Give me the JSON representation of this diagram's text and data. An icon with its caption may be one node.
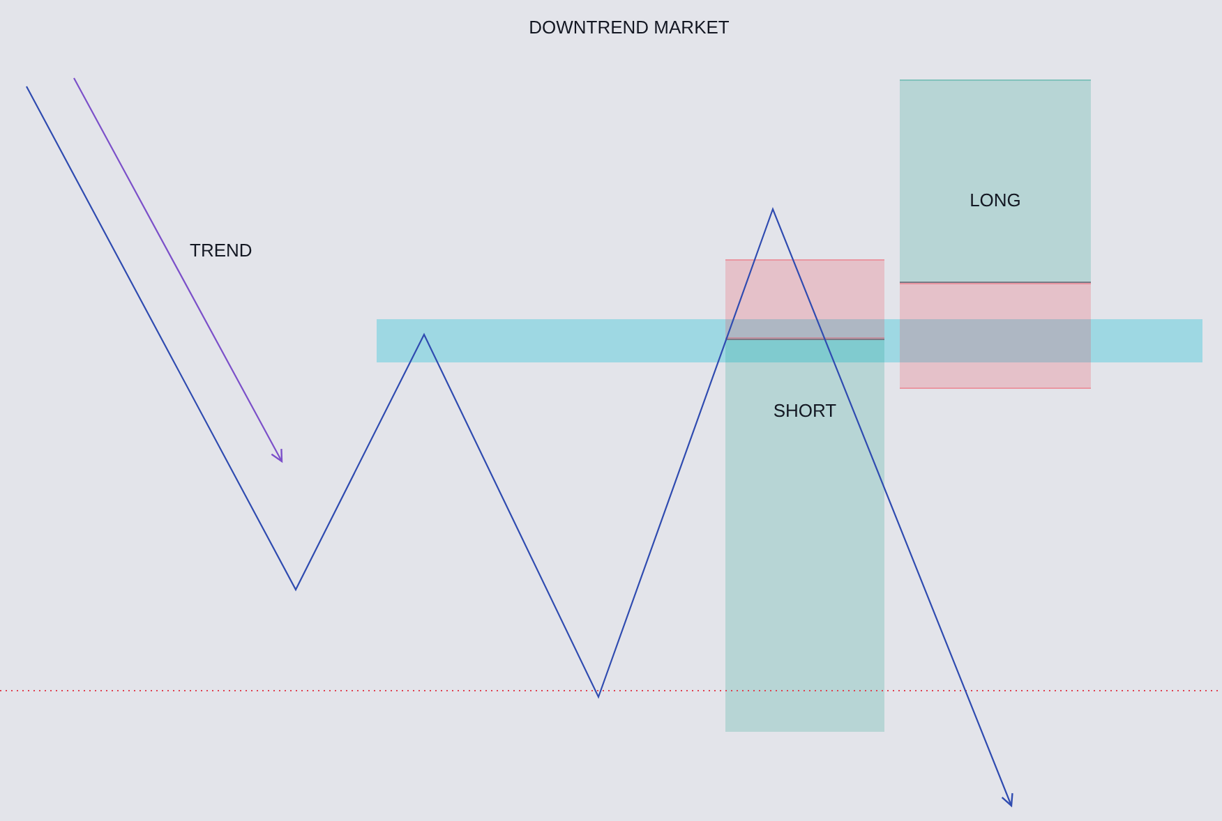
{
  "diagram": {
    "title": "DOWNTREND MARKET",
    "nodes": [
      {
        "text": [],
        "shape": "bar"
      },
      {
        "text": [],
        "shape": "box"
      },
      {
        "text": [
          "SHORT"
        ]
      },
      {
        "text": [
          "LONG"
        ]
      },
      {
        "text": [],
        "shape": "box"
      }
    ],
    "labels": [
      "TREND"
    ]
  }
}
